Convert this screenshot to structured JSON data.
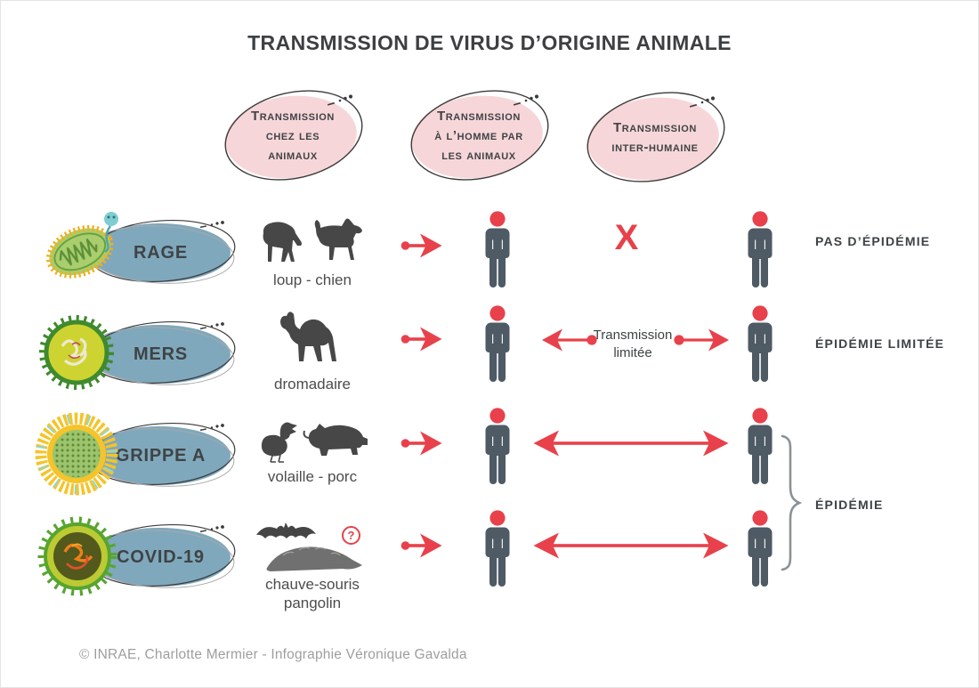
{
  "title": "TRANSMISSION DE VIRUS D’ORIGINE ANIMALE",
  "column_headers": [
    {
      "full": "Transmission chez les animaux",
      "lines": [
        "Transmission",
        "chez les",
        "animaux"
      ]
    },
    {
      "full": "Transmission à l’homme par les animaux",
      "lines": [
        "Transmission",
        "à l’homme par",
        "les animaux"
      ]
    },
    {
      "full": "Transmission inter-humaine",
      "lines": [
        "Transmission",
        "inter-humaine"
      ]
    }
  ],
  "rows": [
    {
      "virus": "RAGE",
      "virus_icon": "rabies-virus-icon",
      "animals": "loup - chien",
      "animal_icons": [
        "wolf-icon",
        "dog-icon"
      ],
      "inter_human": "blocked",
      "blocked_mark": "X",
      "outcome": "PAS D’ÉPIDÉMIE"
    },
    {
      "virus": "MERS",
      "virus_icon": "mers-coronavirus-icon",
      "animals": "dromadaire",
      "animal_icons": [
        "camel-icon"
      ],
      "inter_human": "limited",
      "limited_label": "Transmission limitée",
      "limited_lines": [
        "Transmission",
        "limitée"
      ],
      "outcome": "ÉPIDÉMIE LIMITÉE"
    },
    {
      "virus": "GRIPPE A",
      "virus_icon": "influenza-virus-icon",
      "animals": "volaille - porc",
      "animal_icons": [
        "duck-icon",
        "pig-icon"
      ],
      "inter_human": "sustained"
    },
    {
      "virus": "COVID-19",
      "virus_icon": "sars-cov2-virus-icon",
      "animals": "chauve-souris pangolin",
      "animals_lines": [
        "chauve-souris",
        "pangolin"
      ],
      "animal_icons": [
        "bat-icon",
        "pangolin-icon"
      ],
      "uncertainty_mark": "?",
      "inter_human": "sustained"
    }
  ],
  "epidemic_brace_label": "ÉPIDÉMIE",
  "credit": "© INRAE, Charlotte Mermier - Infographie Véronique Gavalda",
  "colors": {
    "accent_red": "#e8414b",
    "label_ellipse_blue": "#7fa8bc",
    "header_ellipse_pink": "#f7d6d9",
    "figure_body_gray": "#4e5a64",
    "text_dark": "#3e4244"
  }
}
